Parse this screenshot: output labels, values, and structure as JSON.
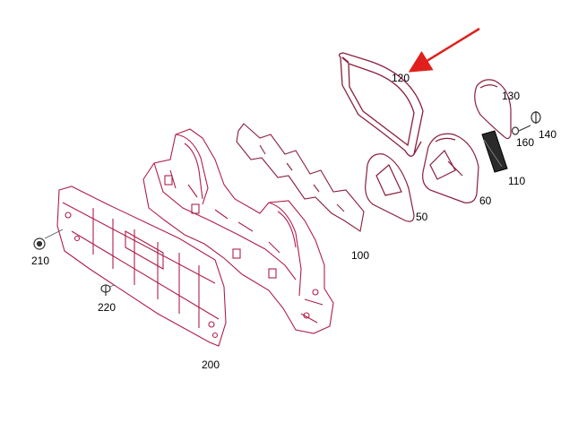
{
  "diagram": {
    "callouts": [
      {
        "id": "c120",
        "label": "120"
      },
      {
        "id": "c130",
        "label": "130"
      },
      {
        "id": "c140",
        "label": "140"
      },
      {
        "id": "c160",
        "label": "160"
      },
      {
        "id": "c110",
        "label": "110"
      },
      {
        "id": "c60",
        "label": "60"
      },
      {
        "id": "c50",
        "label": "50"
      },
      {
        "id": "c100",
        "label": "100"
      },
      {
        "id": "c210",
        "label": "210"
      },
      {
        "id": "c220",
        "label": "220"
      },
      {
        "id": "c200",
        "label": "200"
      }
    ],
    "highlight_color": "#e0201c",
    "part_line_color": "#b01e4a"
  }
}
